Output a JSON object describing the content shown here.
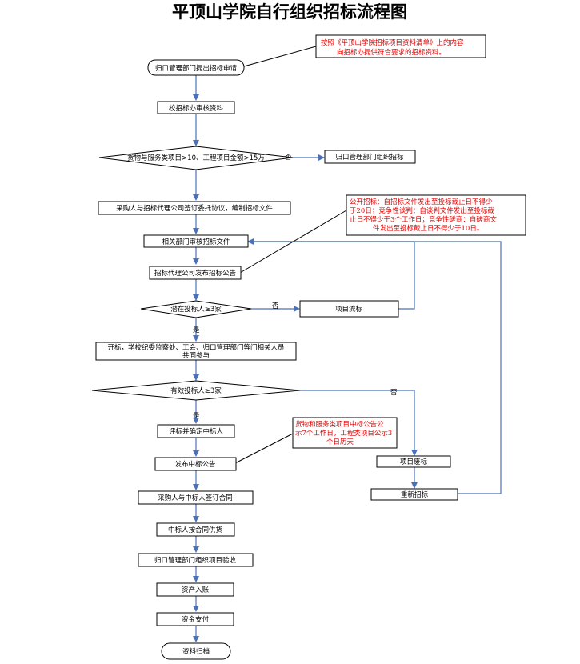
{
  "title": "平顶山学院自行组织招标流程图",
  "nodes": {
    "apply": "归口管理部门提出招标申请",
    "review": "校招标办审核资料",
    "decision_amount": "货物与服务类项目>10、工程项目金额>15万",
    "dept_organize": "归口管理部门组织招标",
    "agreement": "采购人与招标代理公司签订委托协议，编制招标文件",
    "audit_docs": "相关部门审核招标文件",
    "publish_notice": "招标代理公司发布招标公告",
    "decision_bidders": "潜在投标人≥3家",
    "project_fail": "项目流标",
    "opening_line1": "开标，学校纪委监察处、工会、归口管理部门等门相关人员",
    "opening_line2": "共同参与",
    "decision_valid": "有效投标人≥3家",
    "evaluate": "评标并确定中标人",
    "publish_winner": "发布中标公告",
    "sign_contract": "采购人与中标人签订合同",
    "supply": "中标人按合同供货",
    "acceptance": "归口管理部门组织项目验收",
    "assets": "资产入账",
    "payment": "资金支付",
    "archive": "资料归档",
    "project_abolish": "项目废标",
    "rebid": "重新招标"
  },
  "labels": {
    "no1": "否",
    "no2": "否",
    "no3": "否",
    "yes1": "是",
    "yes2": "是"
  },
  "notes": {
    "note1": [
      "按照《平顶山学院招标项目资料清单》上的内容",
      "向招标办提供符合要求的招标资料。"
    ],
    "note2": [
      "公开招标：自招标文件发出至投标截止日不得少",
      "于20日；竞争性谈判：自谈判文件发出至投标截",
      "止日不得少于3个工作日；竞争性磋商：自磋商文",
      "件发出至投标截止日不得少于10日。"
    ],
    "note3": [
      "货物和服务类项目中标公告公",
      "示7个工作日，工程类项目公示3",
      "个日历天"
    ]
  },
  "colors": {
    "arrow": "#4a72b8",
    "note_text": "#e00000"
  }
}
